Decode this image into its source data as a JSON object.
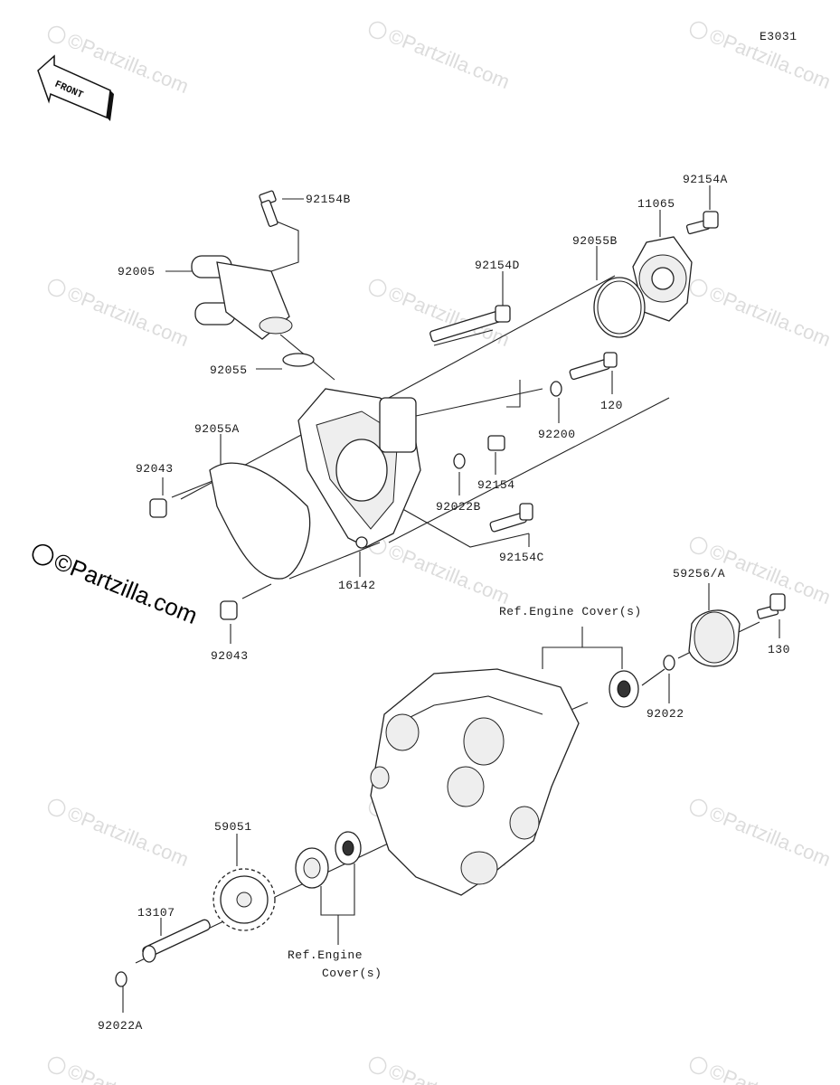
{
  "diagram_code": "E3031",
  "front_label": "FRONT",
  "logo": "©Partzilla.com",
  "watermark": "©Partzilla.com",
  "parts": [
    {
      "id": "p-92154B",
      "label": "92154B"
    },
    {
      "id": "p-92005",
      "label": "92005"
    },
    {
      "id": "p-92055",
      "label": "92055"
    },
    {
      "id": "p-92055A",
      "label": "92055A"
    },
    {
      "id": "p-92043-top",
      "label": "92043"
    },
    {
      "id": "p-92043-bottom",
      "label": "92043"
    },
    {
      "id": "p-16142",
      "label": "16142"
    },
    {
      "id": "p-92154D",
      "label": "92154D"
    },
    {
      "id": "p-92154A",
      "label": "92154A"
    },
    {
      "id": "p-11065",
      "label": "11065"
    },
    {
      "id": "p-92055B",
      "label": "92055B"
    },
    {
      "id": "p-120",
      "label": "120"
    },
    {
      "id": "p-92200",
      "label": "92200"
    },
    {
      "id": "p-92154",
      "label": "92154"
    },
    {
      "id": "p-92022B",
      "label": "92022B"
    },
    {
      "id": "p-92154C",
      "label": "92154C"
    },
    {
      "id": "p-59256A",
      "label": "59256/A"
    },
    {
      "id": "p-130",
      "label": "130"
    },
    {
      "id": "p-92022",
      "label": "92022"
    },
    {
      "id": "p-59051",
      "label": "59051"
    },
    {
      "id": "p-13107",
      "label": "13107"
    },
    {
      "id": "p-92022A",
      "label": "92022A"
    }
  ],
  "references": {
    "engine_cover_top": "Ref.Engine Cover(s)",
    "engine_cover_bottom_line1": "Ref.Engine",
    "engine_cover_bottom_line2": "Cover(s)"
  }
}
